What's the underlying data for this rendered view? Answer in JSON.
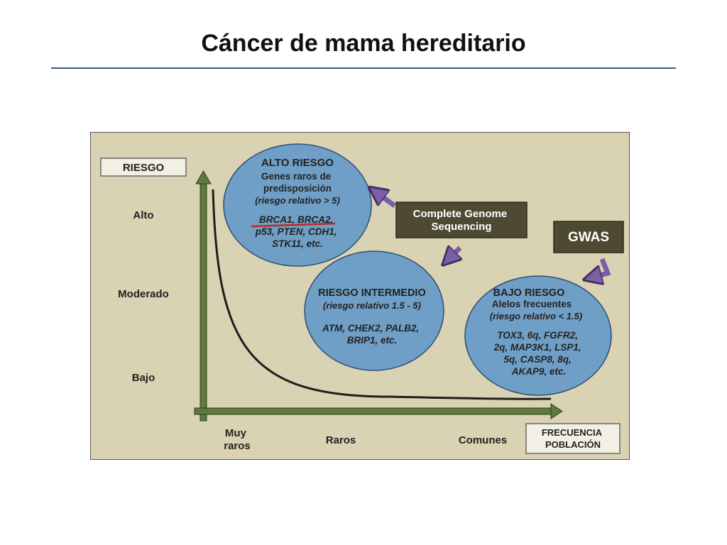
{
  "slide": {
    "title": "Cáncer de mama hereditario"
  },
  "diagram": {
    "y_axis": {
      "box_label": "RIESGO",
      "levels": [
        "Alto",
        "Moderado",
        "Bajo"
      ]
    },
    "x_axis": {
      "box_label": [
        "FRECUENCIA",
        "POBLACIÓN"
      ],
      "categories": [
        [
          "Muy",
          "raros"
        ],
        [
          "Raros"
        ],
        [
          "Comunes"
        ]
      ]
    },
    "circles": {
      "high": {
        "heading": "ALTO RIESGO",
        "lines": [
          "Genes raros de",
          "predisposición"
        ],
        "relative_risk": "(riesgo relativo > 5)",
        "genes": [
          "BRCA1, BRCA2,",
          "p53, PTEN, CDH1,",
          "STK11, etc."
        ]
      },
      "intermediate": {
        "heading": "RIESGO INTERMEDIO",
        "relative_risk": "(riesgo relativo 1.5 - 5)",
        "genes": [
          "ATM, CHEK2, PALB2,",
          "BRIP1, etc."
        ]
      },
      "low": {
        "heading": "BAJO RIESGO",
        "lines": [
          "Alelos frecuentes"
        ],
        "relative_risk": "(riesgo relativo < 1.5)",
        "genes": [
          "TOX3, 6q, FGFR2,",
          "2q, MAP3K1, LSP1,",
          "5q, CASP8, 8q,",
          "AKAP9, etc."
        ]
      }
    },
    "methods": {
      "cgs": [
        "Complete Genome",
        "Sequencing"
      ],
      "gwas": "GWAS"
    },
    "colors": {
      "background": "#d9d2b3",
      "axis": "#5e7a3a",
      "circle_fill": "#6f9fc6",
      "method_box": "#4d4a31",
      "arrow": "#7a5fa6",
      "underline": "#c0281f"
    }
  }
}
